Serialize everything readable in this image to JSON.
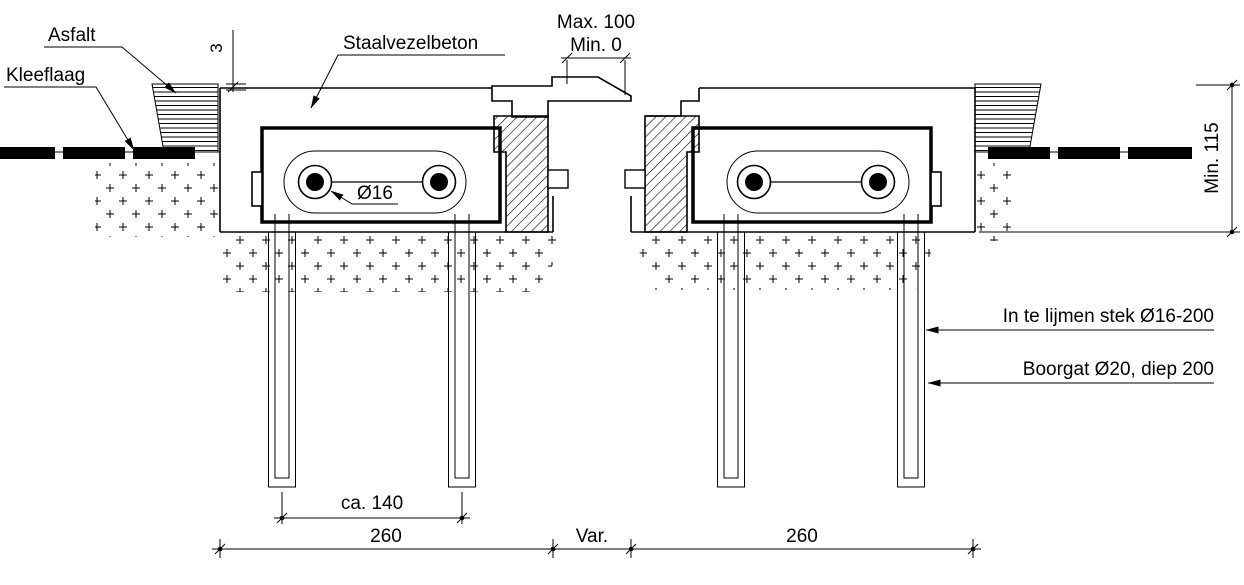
{
  "colors": {
    "line": "#000000",
    "background": "#ffffff"
  },
  "labels": {
    "asfalt": "Asfalt",
    "kleeflaag": "Kleeflaag",
    "staalvezelbeton": "Staalvezelbeton",
    "max_gap": "Max. 100",
    "min_gap": "Min. 0",
    "top_offset": "3",
    "bar_diameter": "Ø16",
    "min_height": "Min. 115",
    "glued_anchor": "In te lijmen stek Ø16-200",
    "drill_hole": "Boorgat Ø20, diep 200",
    "dowel_spacing": "ca. 140",
    "left_width": "260",
    "gap_width": "Var.",
    "right_width": "260"
  }
}
